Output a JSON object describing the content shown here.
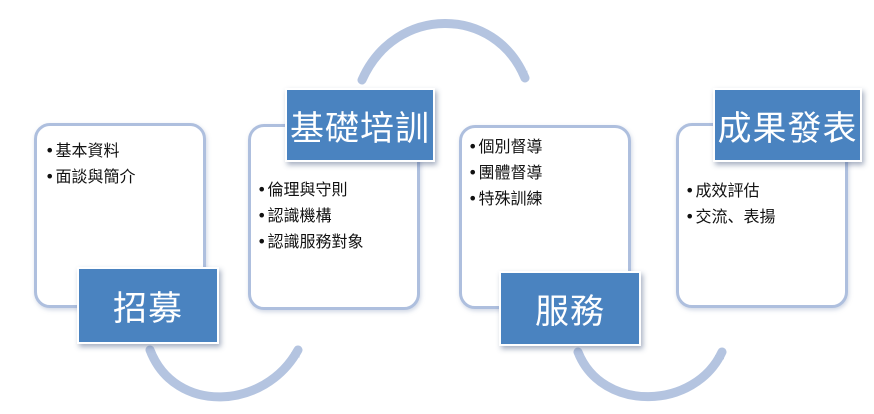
{
  "colors": {
    "card_border": "#aebfde",
    "tag_fill": "#4a83c0",
    "arrow": "#b4c4e0"
  },
  "stages": [
    {
      "label": "招募",
      "items": [
        "基本資料",
        "面談與簡介"
      ]
    },
    {
      "label": "基礎培訓",
      "items": [
        "倫理與守則",
        "認識機構",
        "認識服務對象"
      ]
    },
    {
      "label": "服務",
      "items": [
        "個別督導",
        "團體督導",
        "特殊訓練"
      ]
    },
    {
      "label": "成果發表",
      "items": [
        "成效評估",
        "交流、表揚"
      ]
    }
  ]
}
